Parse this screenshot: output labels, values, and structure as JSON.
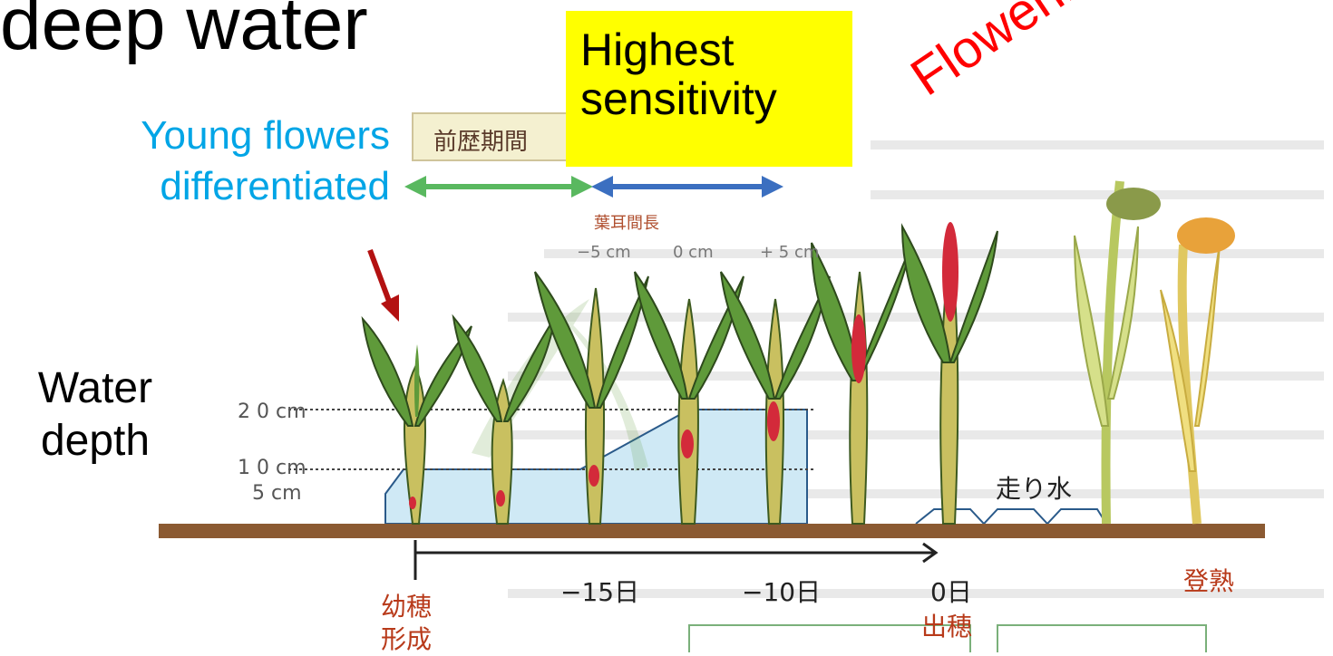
{
  "title": "deep water",
  "highlight": "Highest sensitivity",
  "young_flowers": "Young flowers differentiated",
  "water_depth": "Water depth",
  "flowering": "Flowering",
  "japanese": {
    "pre_period": "前歴期間",
    "ligule_interval": "葉耳間長",
    "minus5": "−5 cm",
    "zero": "0 cm",
    "plus5": "+ 5 cm",
    "depth20": "2 0 cm",
    "depth10": "1 0 cm",
    "depth5": "5 cm",
    "running_water": "走り水",
    "panicle_formation_1": "幼穂",
    "panicle_formation_2": "形成",
    "day_minus15": "−15日",
    "day_minus10": "−10日",
    "day_0": "0日",
    "heading": "出穂",
    "ripening": "登熟"
  },
  "colors": {
    "soil": "#8b5a32",
    "water": "#cfe9f5",
    "leaf": "#5f9a3a",
    "red_panicle": "#d32a3a",
    "highlight": "#ffff00",
    "cyan_text": "#00a5e6",
    "flowering_text": "#ff0000",
    "green_arrow": "#59b85f",
    "blue_arrow": "#3b6fc0"
  }
}
